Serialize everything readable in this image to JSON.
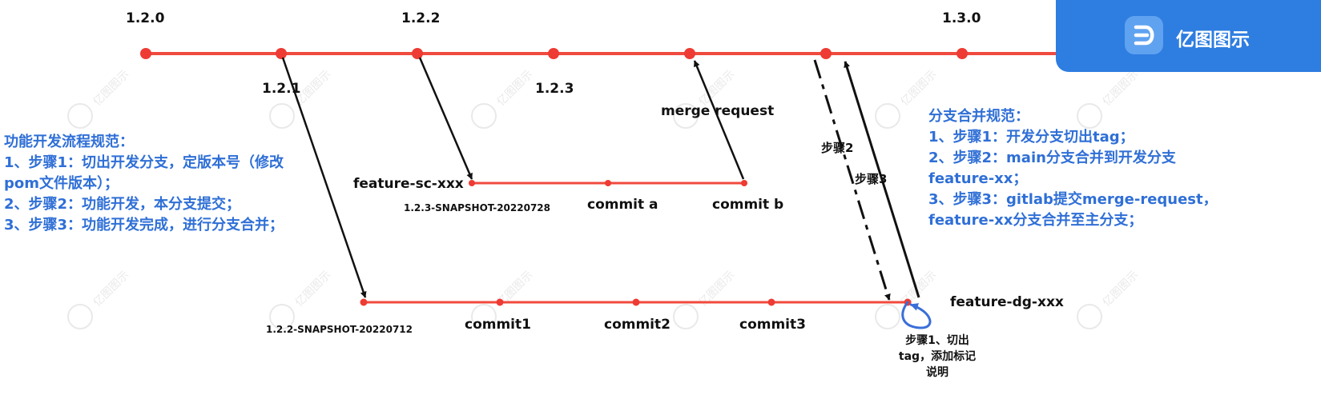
{
  "versions": [
    "1.2.0",
    "1.2.1",
    "1.2.2",
    "1.2.3",
    "1.3.0"
  ],
  "branches": {
    "sc": {
      "name": "feature-sc-xxx",
      "snapshot": "1.2.3-SNAPSHOT-20220728",
      "commits": [
        "commit a",
        "commit b"
      ]
    },
    "dg": {
      "name": "feature-dg-xxx",
      "snapshot": "1.2.2-SNAPSHOT-20220712",
      "commits": [
        "commit1",
        "commit2",
        "commit3"
      ]
    }
  },
  "merge_request_label": "merge request",
  "steps": {
    "step2": "步骤2",
    "step3": "步骤3"
  },
  "tag_note": [
    "步骤1、切出",
    "tag，添加标记",
    "说明"
  ],
  "left_note": {
    "title": "功能开发流程规范：",
    "lines": [
      "1、步骤1：切出开发分支，定版本号（修改",
      "pom文件版本）；",
      "2、步骤2：功能开发，本分支提交；",
      "3、步骤3：功能开发完成，进行分支合并；"
    ]
  },
  "right_note": {
    "title": "分支合并规范：",
    "lines": [
      "1、步骤1：开发分支切出tag；",
      "2、步骤2：main分支合并到开发分支",
      "feature-xx；",
      "3、步骤3：gitlab提交merge-request，",
      "feature-xx分支合并至主分支；"
    ]
  },
  "brand": {
    "name": "亿图图示"
  },
  "watermark": "亿图图示",
  "colors": {
    "branch_line": "#f04a3e",
    "node": "#ee3b33",
    "note_text": "#2f6fd6",
    "brand_bg": "#2e7de1",
    "annotation": "#3a6fd8"
  }
}
